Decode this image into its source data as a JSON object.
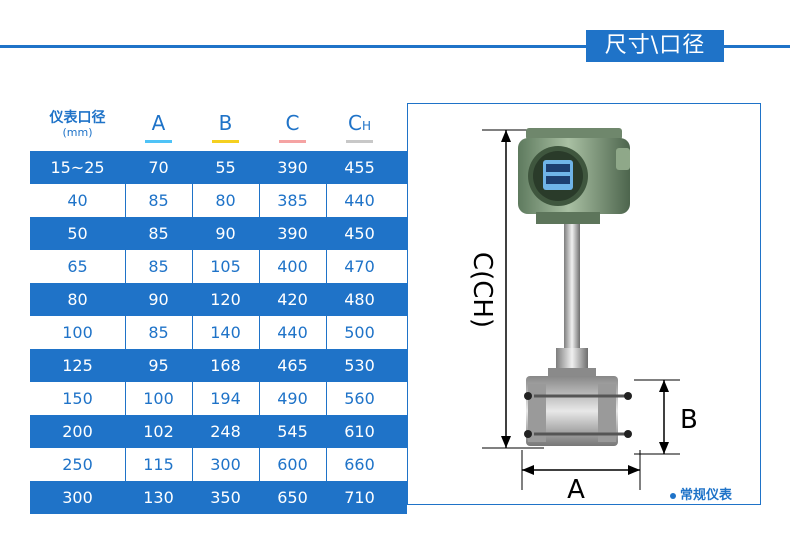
{
  "section_title": "尺寸\\口径",
  "table": {
    "header": {
      "col0_line1": "仪表口径",
      "col0_line2": "(mm)",
      "cols": [
        "A",
        "B",
        "C",
        "C"
      ],
      "ch_sub": "H",
      "underline_colors": [
        "#4fc3f7",
        "#f5d020",
        "#f5a3a3",
        "#c8c8c8"
      ]
    },
    "rows": [
      [
        "15~25",
        "70",
        "55",
        "390",
        "455"
      ],
      [
        "40",
        "85",
        "80",
        "385",
        "440"
      ],
      [
        "50",
        "85",
        "90",
        "390",
        "450"
      ],
      [
        "65",
        "85",
        "105",
        "400",
        "470"
      ],
      [
        "80",
        "90",
        "120",
        "420",
        "480"
      ],
      [
        "100",
        "85",
        "140",
        "440",
        "500"
      ],
      [
        "125",
        "95",
        "168",
        "465",
        "530"
      ],
      [
        "150",
        "100",
        "194",
        "490",
        "560"
      ],
      [
        "200",
        "102",
        "248",
        "545",
        "610"
      ],
      [
        "250",
        "115",
        "300",
        "600",
        "660"
      ],
      [
        "300",
        "130",
        "350",
        "650",
        "710"
      ]
    ]
  },
  "diagram": {
    "label_c": "C(CH)",
    "label_b": "B",
    "label_a": "A"
  },
  "note": "常规仪表",
  "colors": {
    "accent": "#1f73c8"
  }
}
